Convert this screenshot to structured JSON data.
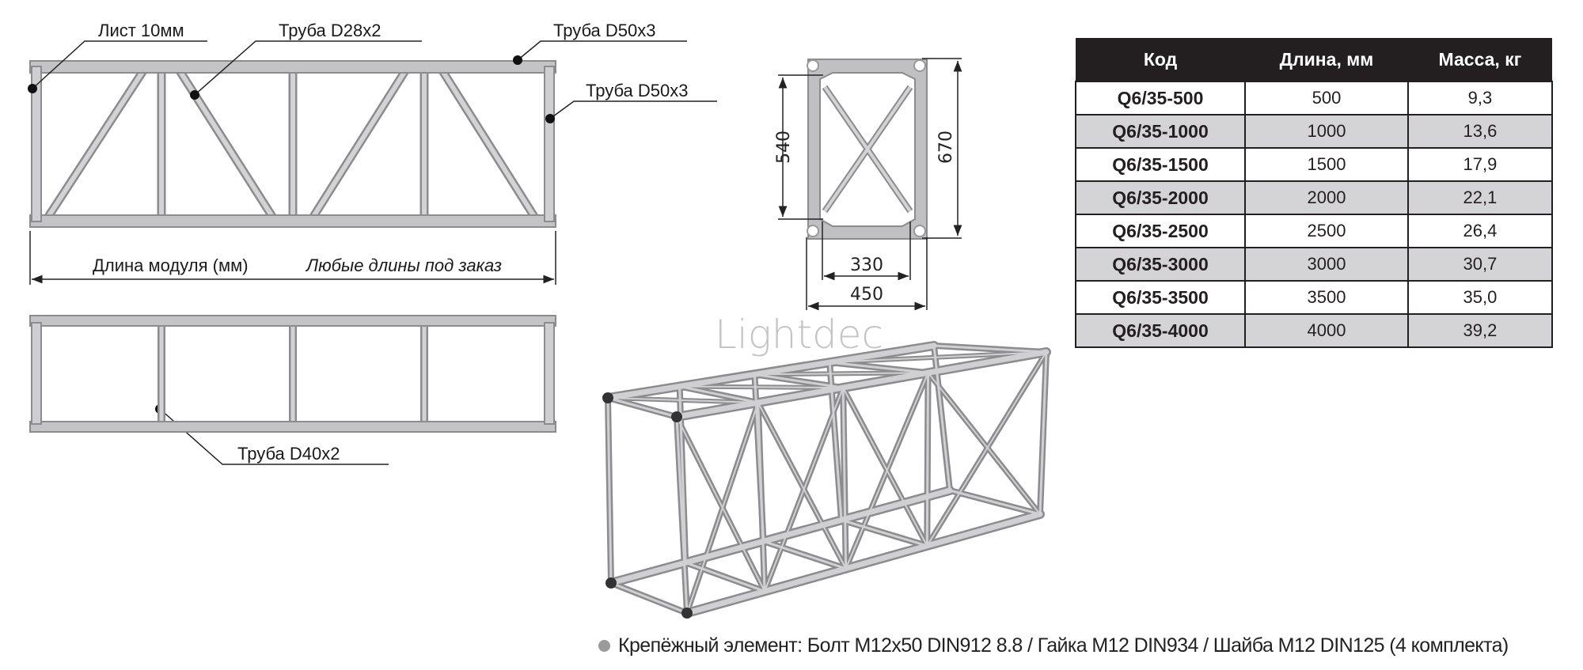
{
  "callouts": {
    "sheet": "Лист 10мм",
    "brace_tube": "Труба D28x2",
    "chord_tube_top": "Труба D50x3",
    "chord_tube_side": "Труба D50x3",
    "vertical_tube": "Труба D40x2"
  },
  "length_dimension": {
    "label": "Длина модуля (мм)",
    "note": "Любые длины под заказ"
  },
  "cross_section": {
    "inner_height": "540",
    "outer_height": "670",
    "inner_width": "330",
    "outer_width": "450"
  },
  "watermark": "Lightdec",
  "table": {
    "headers": [
      "Код",
      "Длина, мм",
      "Масса, кг"
    ],
    "rows": [
      [
        "Q6/35-500",
        "500",
        "9,3"
      ],
      [
        "Q6/35-1000",
        "1000",
        "13,6"
      ],
      [
        "Q6/35-1500",
        "1500",
        "17,9"
      ],
      [
        "Q6/35-2000",
        "2000",
        "22,1"
      ],
      [
        "Q6/35-2500",
        "2500",
        "26,4"
      ],
      [
        "Q6/35-3000",
        "3000",
        "30,7"
      ],
      [
        "Q6/35-3500",
        "3500",
        "35,0"
      ],
      [
        "Q6/35-4000",
        "4000",
        "39,2"
      ]
    ]
  },
  "footer": {
    "fastener_note": "Крепёжный элемент: Болт M12x50 DIN912 8.8 / Гайка M12 DIN934 / Шайба M12 DIN125 (4 комплекта)"
  },
  "colors": {
    "tube": "#c9c9cb",
    "tube_edge": "#8c8c8e",
    "header_bg": "#231f20",
    "stripe": "#d4d4d6"
  }
}
